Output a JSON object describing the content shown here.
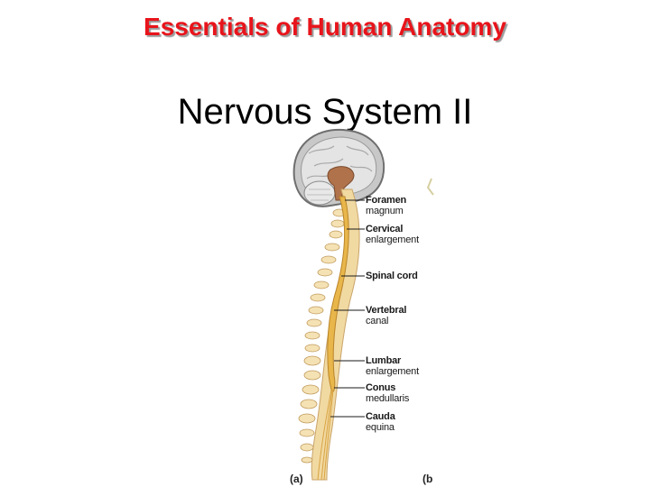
{
  "header": {
    "title": "Essentials of Human Anatomy"
  },
  "slide": {
    "title": "Nervous System II"
  },
  "figure": {
    "labels": [
      {
        "line1": "Foramen",
        "line2": "magnum"
      },
      {
        "line1": "Cervical",
        "line2": "enlargement"
      },
      {
        "line1": "Spinal cord",
        "line2": ""
      },
      {
        "line1": "Vertebral",
        "line2": "canal"
      },
      {
        "line1": "Lumbar",
        "line2": "enlargement"
      },
      {
        "line1": "Conus",
        "line2": "medullaris"
      },
      {
        "line1": "Cauda",
        "line2": "equina"
      }
    ],
    "panel_a": "(a)",
    "panel_b": "(b",
    "colors": {
      "bone": "#f1d9a2",
      "cord": "#e8b64a",
      "brain": "#d9d9d9",
      "stem": "#b0724a"
    }
  }
}
